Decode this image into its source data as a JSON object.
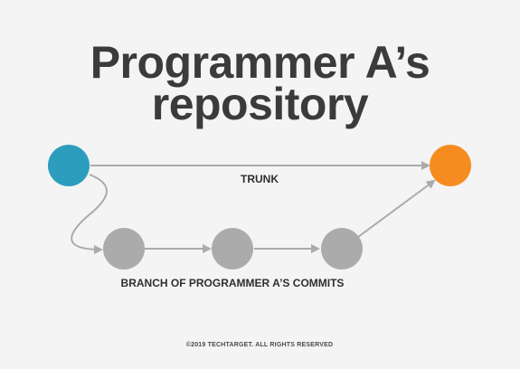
{
  "title": {
    "line1": "Programmer A’s",
    "line2": "repository"
  },
  "labels": {
    "trunk": "TRUNK",
    "branch": "BRANCH OF PROGRAMMER A’S COMMITS"
  },
  "footer": {
    "copyright": "©2019 TECHTARGET. ALL RIGHTS RESERVED"
  },
  "colors": {
    "background": "#f4f4f4",
    "start_node": "#2d9dbd",
    "end_node": "#f68c1f",
    "branch_node": "#ababab",
    "arrow": "#ababab",
    "title_text": "#3b3b3b"
  }
}
